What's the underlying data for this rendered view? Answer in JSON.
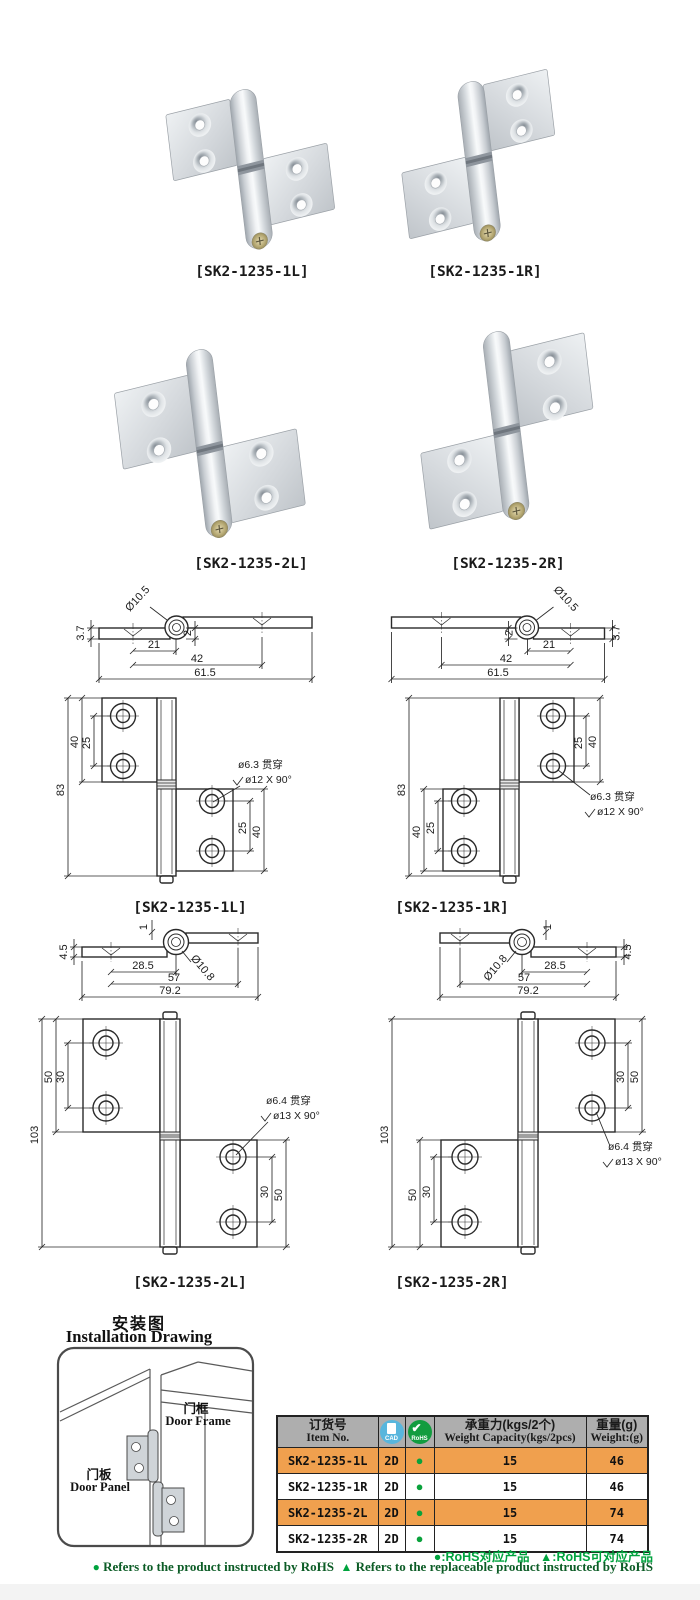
{
  "products": [
    {
      "label": "[SK2-1235-1L]"
    },
    {
      "label": "[SK2-1235-1R]"
    },
    {
      "label": "[SK2-1235-2L]"
    },
    {
      "label": "[SK2-1235-2R]"
    }
  ],
  "drawing_labels": [
    {
      "label": "[SK2-1235-1L]"
    },
    {
      "label": "[SK2-1235-1R]"
    },
    {
      "label": "[SK2-1235-2L]"
    },
    {
      "label": "[SK2-1235-2R]"
    }
  ],
  "dims1_top": {
    "dia": "Ø10.5",
    "thk": "3.7",
    "off": "2",
    "a": "21",
    "b": "42",
    "w": "61.5"
  },
  "dims1_front": {
    "h": "83",
    "plate": "40",
    "holes": "25",
    "holes2": "25",
    "plate2": "40",
    "c1": "ø6.3 贯穿",
    "c2": "ø12 X 90°"
  },
  "dims2_top": {
    "dia": "Ø10.8",
    "thk": "4.5",
    "off": "1",
    "a": "28.5",
    "b": "57",
    "w": "79.2"
  },
  "dims2_front": {
    "h": "103",
    "plate": "50",
    "holes": "30",
    "holes2": "30",
    "plate2": "50",
    "c1": "ø6.4 贯穿",
    "c2": "ø13 X 90°"
  },
  "installation": {
    "title_cn": "安装图",
    "title_en": "Installation Drawing",
    "panel_cn": "门板",
    "panel_en": "Door Panel",
    "frame_cn": "门框",
    "frame_en": "Door Frame"
  },
  "table": {
    "header": {
      "item_cn": "订货号",
      "item_en": "Item No.",
      "cad": "CAD",
      "rohs": "RoHS",
      "capacity_cn": "承重力(kgs/2个)",
      "capacity_en": "Weight Capacity(kgs/2pcs)",
      "weight_cn": "重量(g)",
      "weight_en": "Weight:(g)"
    },
    "rows": [
      {
        "item": "SK2-1235-1L",
        "cad": "2D",
        "rohs": "●",
        "capacity": "15",
        "weight": "46"
      },
      {
        "item": "SK2-1235-1R",
        "cad": "2D",
        "rohs": "●",
        "capacity": "15",
        "weight": "46"
      },
      {
        "item": "SK2-1235-2L",
        "cad": "2D",
        "rohs": "●",
        "capacity": "15",
        "weight": "74"
      },
      {
        "item": "SK2-1235-2R",
        "cad": "2D",
        "rohs": "●",
        "capacity": "15",
        "weight": "74"
      }
    ]
  },
  "legend": {
    "cn1": "●:RoHS对应产品",
    "cn2": "▲:RoHS可对应产品",
    "dot": "●",
    "tri": "▲",
    "en1": "Refers to the product instructed by RoHS",
    "en2": "Refers to the replaceable product instructed by RoHS"
  }
}
